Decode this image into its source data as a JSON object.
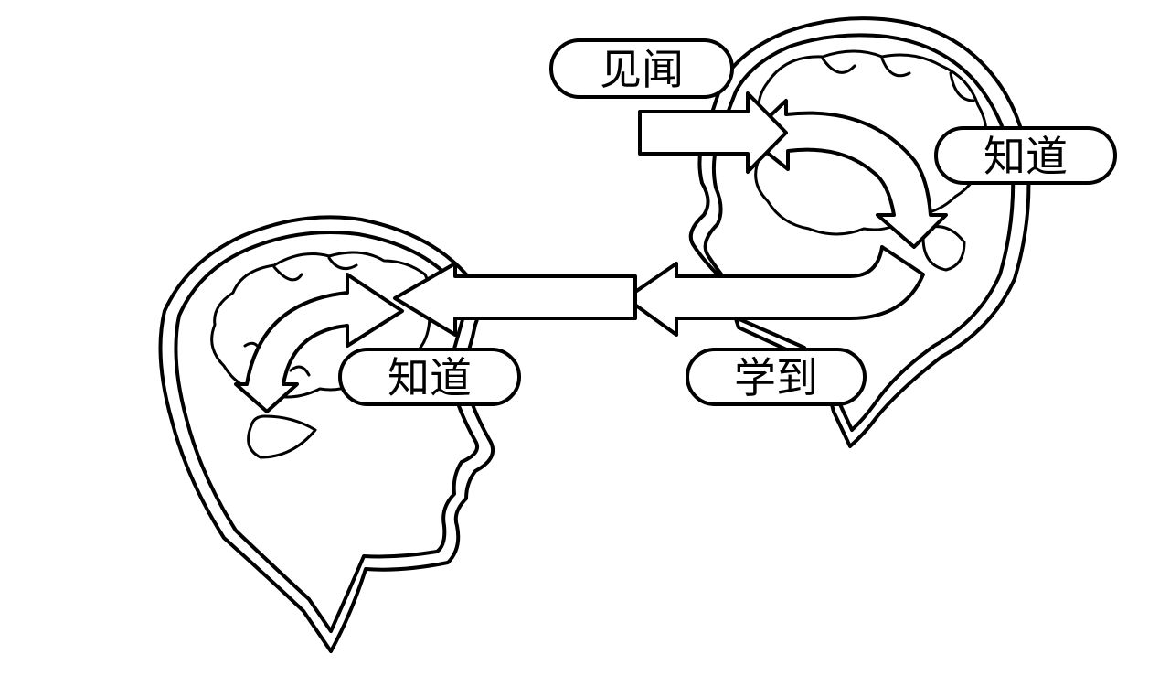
{
  "labels": {
    "hear": "见闻",
    "know_right": "知道",
    "learn": "学到",
    "know_left": "知道"
  }
}
